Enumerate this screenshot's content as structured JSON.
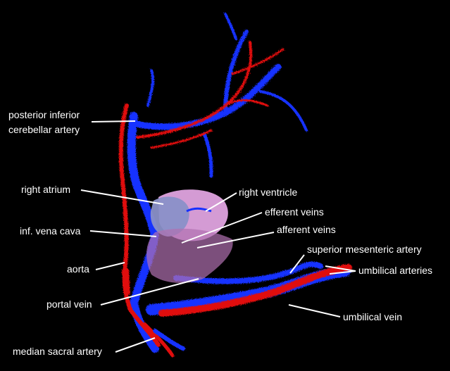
{
  "colors": {
    "background": "#000000",
    "artery": "#e01010",
    "vein": "#1530ff",
    "right_atrium": "#8a90c8",
    "right_ventricle": "#e6a8e6",
    "liver_vessels": "#b070b0",
    "label_text": "#ffffff",
    "leader_line": "#ffffff"
  },
  "labels": {
    "pica_line1": "posterior inferior",
    "pica_line2": "cerebellar artery",
    "right_atrium": "right atrium",
    "right_ventricle": "right ventricle",
    "efferent_veins": "efferent veins",
    "afferent_veins": "afferent veins",
    "inf_vena_cava": "inf. vena cava",
    "superior_mesenteric_artery": "superior mesenteric artery",
    "aorta": "aorta",
    "umbilical_arteries": "umbilical arteries",
    "portal_vein": "portal vein",
    "umbilical_vein": "umbilical vein",
    "median_sacral_artery": "median sacral artery"
  }
}
